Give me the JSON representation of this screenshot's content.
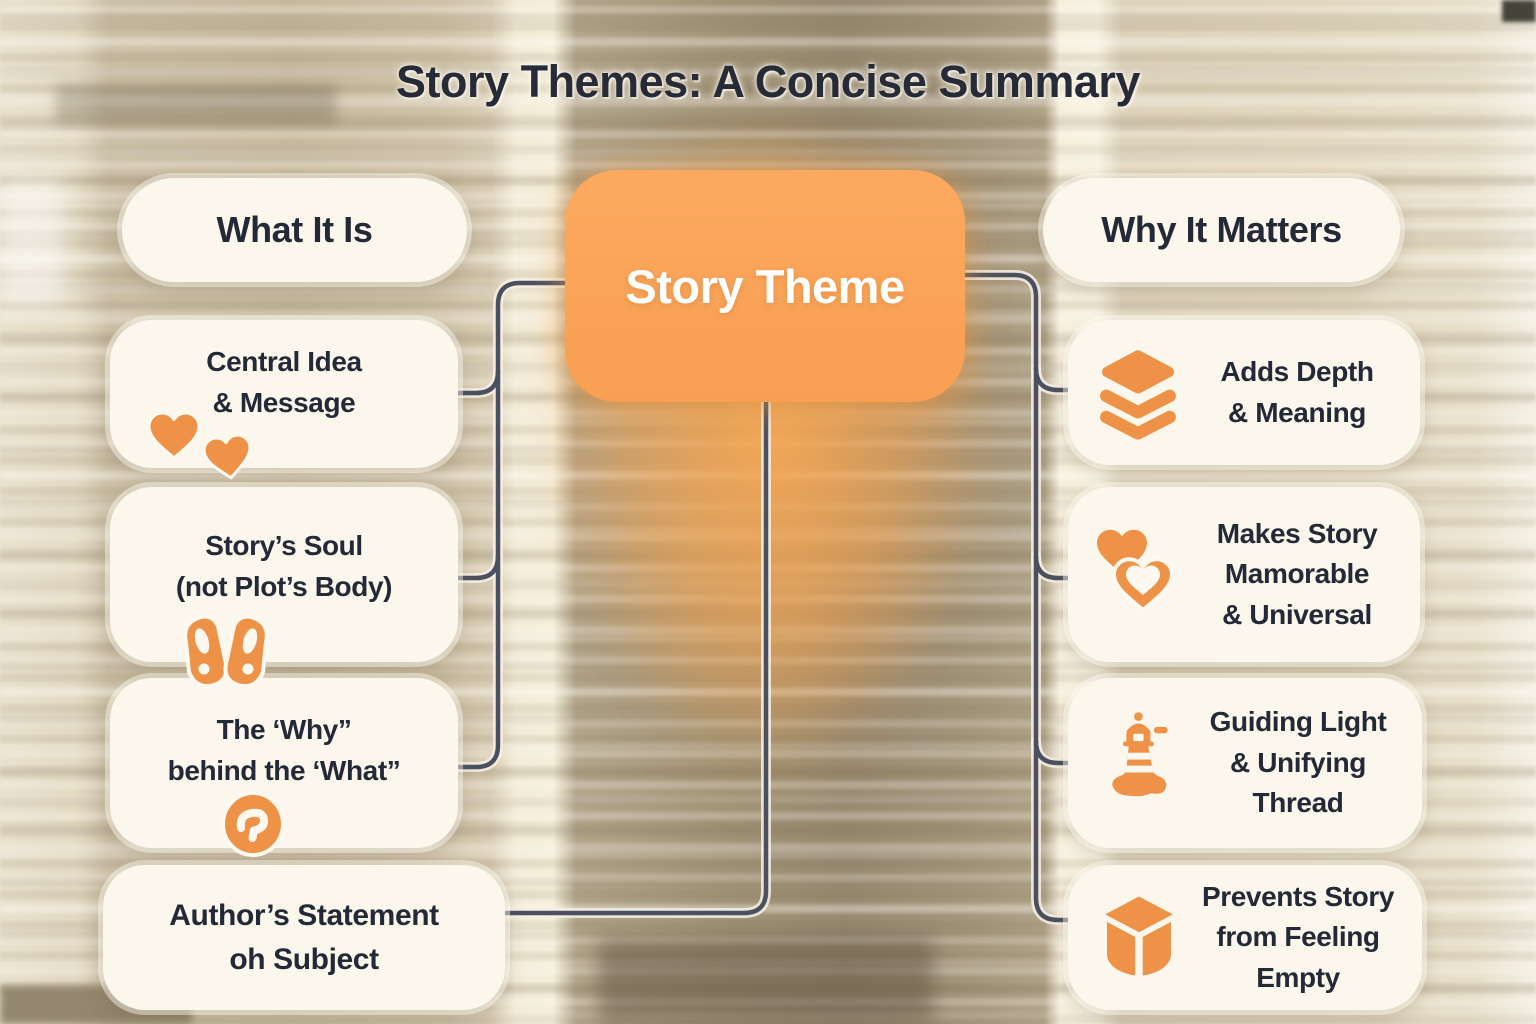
{
  "title": "Story Themes: A Concise Summary",
  "center_node": {
    "label": "Story Theme"
  },
  "left_column": {
    "header": "What It Is",
    "items": [
      {
        "icon": "two-hearts-icon",
        "lines": [
          "Central Idea",
          "& Message"
        ]
      },
      {
        "icon": "soul-halves-icon",
        "lines": [
          "Story’s Soul",
          "(not Plot’s Body)"
        ]
      },
      {
        "icon": "question-swirl-icon",
        "lines": [
          "The ‘Why”",
          "behind the ‘What”"
        ]
      },
      {
        "icon": "",
        "lines": [
          "Author’s Statement",
          "oh Subject"
        ]
      }
    ]
  },
  "right_column": {
    "header": "Why It Matters",
    "items": [
      {
        "icon": "layers-icon",
        "lines": [
          "Adds Depth",
          "& Meaning"
        ]
      },
      {
        "icon": "overlapping-hearts-icon",
        "lines": [
          "Makes Story",
          "Mamorable",
          "& Universal"
        ]
      },
      {
        "icon": "lighthouse-icon",
        "lines": [
          "Guiding Light",
          "& Unifying",
          "Thread"
        ]
      },
      {
        "icon": "open-cube-icon",
        "lines": [
          "Prevents Story",
          "from Feeling",
          "Empty"
        ]
      }
    ]
  },
  "colors": {
    "accent_orange": "#F89F53",
    "icon_orange": "#EE9247",
    "card_cream": "#FBF7ED",
    "text_dark": "#242937",
    "connector_gray": "#4B5061"
  }
}
